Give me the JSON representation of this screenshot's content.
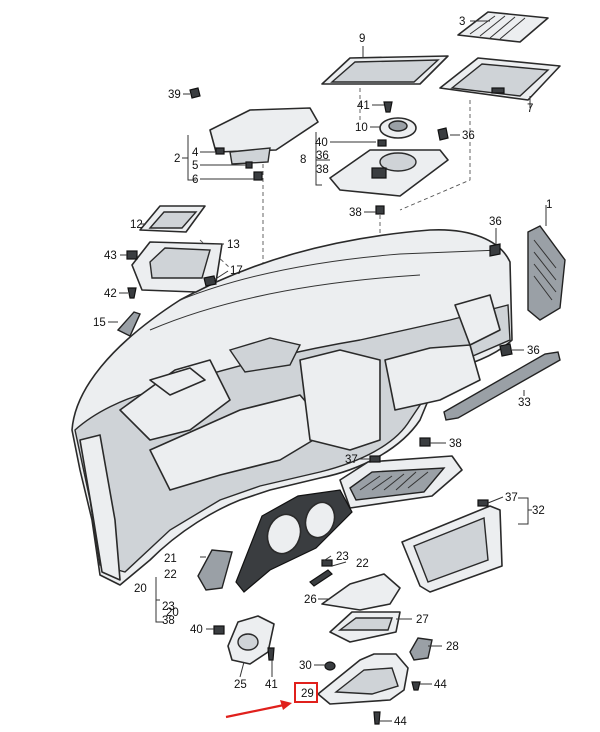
{
  "diagram": {
    "callouts": [
      {
        "id": "c1",
        "text": "1"
      },
      {
        "id": "c2",
        "text": "2"
      },
      {
        "id": "c3",
        "text": "3"
      },
      {
        "id": "c4",
        "text": "4"
      },
      {
        "id": "c5",
        "text": "5"
      },
      {
        "id": "c6",
        "text": "6"
      },
      {
        "id": "c7",
        "text": "7"
      },
      {
        "id": "c8",
        "text": "8"
      },
      {
        "id": "c9",
        "text": "9"
      },
      {
        "id": "c10",
        "text": "10"
      },
      {
        "id": "c12",
        "text": "12"
      },
      {
        "id": "c13",
        "text": "13"
      },
      {
        "id": "c15",
        "text": "15"
      },
      {
        "id": "c17",
        "text": "17"
      },
      {
        "id": "c20",
        "text": "20"
      },
      {
        "id": "c20b",
        "text": "20"
      },
      {
        "id": "c21",
        "text": "21"
      },
      {
        "id": "c22a",
        "text": "22"
      },
      {
        "id": "c22b",
        "text": "22"
      },
      {
        "id": "c23a",
        "text": "23"
      },
      {
        "id": "c23b",
        "text": "23"
      },
      {
        "id": "c25",
        "text": "25"
      },
      {
        "id": "c26",
        "text": "26"
      },
      {
        "id": "c27",
        "text": "27"
      },
      {
        "id": "c28",
        "text": "28"
      },
      {
        "id": "c29",
        "text": "29"
      },
      {
        "id": "c30",
        "text": "30"
      },
      {
        "id": "c32",
        "text": "32"
      },
      {
        "id": "c33",
        "text": "33"
      },
      {
        "id": "c36a",
        "text": "36"
      },
      {
        "id": "c36b",
        "text": "36"
      },
      {
        "id": "c36c",
        "text": "36"
      },
      {
        "id": "c36d",
        "text": "36"
      },
      {
        "id": "c37a",
        "text": "37"
      },
      {
        "id": "c37b",
        "text": "37"
      },
      {
        "id": "c38a",
        "text": "38"
      },
      {
        "id": "c38b",
        "text": "38"
      },
      {
        "id": "c38c",
        "text": "38"
      },
      {
        "id": "c38d",
        "text": "38"
      },
      {
        "id": "c39",
        "text": "39"
      },
      {
        "id": "c40a",
        "text": "40"
      },
      {
        "id": "c40b",
        "text": "40"
      },
      {
        "id": "c41a",
        "text": "41"
      },
      {
        "id": "c41b",
        "text": "41"
      },
      {
        "id": "c42",
        "text": "42"
      },
      {
        "id": "c43",
        "text": "43"
      },
      {
        "id": "c44a",
        "text": "44"
      },
      {
        "id": "c44b",
        "text": "44"
      }
    ],
    "highlight": {
      "part": "29",
      "color": "#e0201c"
    }
  }
}
